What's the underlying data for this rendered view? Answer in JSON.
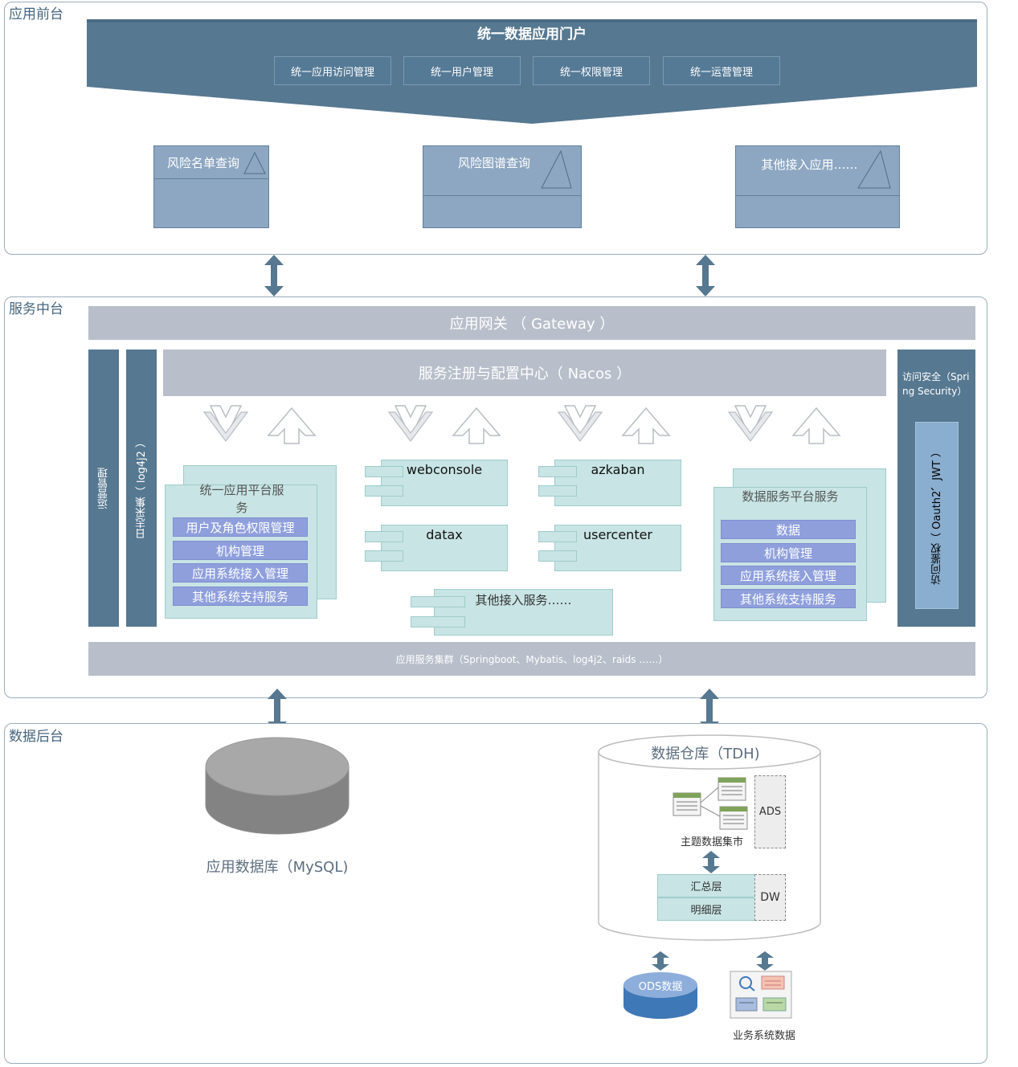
{
  "front": {
    "title": "应用前台",
    "portal_title": "统一数据应用门户",
    "portal_items": [
      "统一应用访问管理",
      "统一用户管理",
      "统一权限管理",
      "统一运营管理"
    ],
    "apps": [
      "风险名单查询",
      "风险图谱查询",
      "其他接入应用……"
    ]
  },
  "middle": {
    "title": "服务中台",
    "gateway": "应用网关 （ Gateway ）",
    "nacos": "服务注册与配置中心（ Nacos ）",
    "ops": "运营管理",
    "log": "日志采集（ log4j2 ）",
    "security_title": "访问安全（Spring Security）",
    "security_inner": "访问鉴权（ Oauth2、JWT ）",
    "unified_platform": {
      "title": "统一应用平台服务",
      "items": [
        "用户及角色权限管理",
        "机构管理",
        "应用系统接入管理",
        "其他系统支持服务"
      ]
    },
    "components": [
      "webconsole",
      "azkaban",
      "datax",
      "usercenter",
      "其他接入服务……"
    ],
    "data_platform": {
      "title": "数据服务平台服务",
      "items": [
        "数据",
        "机构管理",
        "应用系统接入管理",
        "其他系统支持服务"
      ]
    },
    "cluster": "应用服务集群（Springboot、Mybatis、log4j2、raids ……）"
  },
  "back": {
    "title": "数据后台",
    "mysql": "应用数据库（MySQL)",
    "warehouse": "数据仓库（TDH)",
    "ads": "ADS",
    "mart": "主题数据集市",
    "summary": "汇总层",
    "detail": "明细层",
    "dw": "DW",
    "ods": "ODS数据",
    "biz": "业务系统数据"
  },
  "colors": {
    "dark_slate": "#567891",
    "teal": "#c8e4e4",
    "chip": "#8f9fdc",
    "gray_bar": "#b8bfca",
    "app_blue": "#8da7c2"
  }
}
